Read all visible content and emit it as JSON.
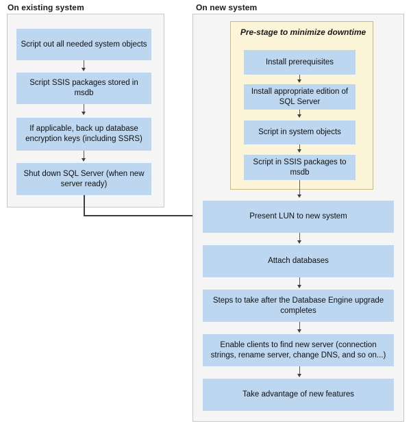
{
  "diagram": {
    "type": "flowchart",
    "title_existing": "On existing system",
    "title_new": "On new system",
    "colors": {
      "node_fill": "#bdd7f1",
      "panel_fill": "#f5f5f5",
      "panel_border": "#c8c8c8",
      "group_fill": "#fcf5d8",
      "group_border": "#c9b97a",
      "connector": "#3d3d3d",
      "text": "#0f0f0f"
    }
  },
  "existing_system": {
    "heading": "On existing system",
    "steps": [
      {
        "label": "Script out all needed system objects"
      },
      {
        "label": "Script SSIS packages stored in msdb"
      },
      {
        "label": "If applicable, back up database encryption keys (including SSRS)"
      },
      {
        "label": "Shut down SQL Server (when new server ready)"
      }
    ]
  },
  "new_system": {
    "heading": "On new system",
    "prestage": {
      "title": "Pre-stage to minimize downtime",
      "steps": [
        {
          "label": "Install prerequisites"
        },
        {
          "label": "Install appropriate edition of SQL Server"
        },
        {
          "label": "Script in system objects"
        },
        {
          "label": "Script in SSIS packages to msdb"
        }
      ]
    },
    "steps": [
      {
        "label": "Present LUN to new system"
      },
      {
        "label": "Attach databases"
      },
      {
        "label": "Steps to take after the Database Engine upgrade completes"
      },
      {
        "label": "Enable clients to find new server (connection strings, rename server, change DNS, and so on...)"
      },
      {
        "label": "Take advantage of new features"
      }
    ]
  }
}
